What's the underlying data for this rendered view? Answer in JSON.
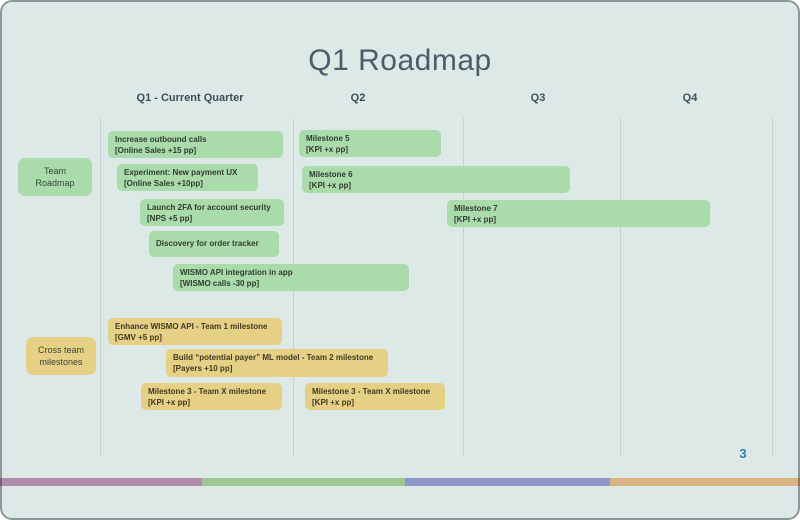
{
  "slide": {
    "title": "Q1 Roadmap",
    "page_number": "3"
  },
  "columns": {
    "q1": "Q1 - Current Quarter",
    "q2": "Q2",
    "q3": "Q3",
    "q4": "Q4"
  },
  "row_labels": {
    "team_roadmap": "Team Roadmap",
    "cross_team": "Cross team milestones"
  },
  "team_roadmap_items": [
    {
      "title": "Increase outbound calls",
      "kpi": "[Online Sales +15 pp]"
    },
    {
      "title": "Experiment: New payment UX",
      "kpi": "[Online Sales +10pp]"
    },
    {
      "title": "Launch 2FA for account security",
      "kpi": "[NPS +5 pp]"
    },
    {
      "title": "Discovery for order tracker",
      "kpi": ""
    },
    {
      "title": "WISMO API integration in app",
      "kpi": "[WISMO calls -30 pp]"
    },
    {
      "title": "Milestone 5",
      "kpi": "[KPI +x pp]"
    },
    {
      "title": "Milestone 6",
      "kpi": "[KPI +x pp]"
    },
    {
      "title": "Milestone 7",
      "kpi": "[KPI +x pp]"
    }
  ],
  "cross_team_items": [
    {
      "title": "Enhance WISMO API - Team 1 milestone",
      "kpi": "[GMV +5 pp]"
    },
    {
      "title": "Build “potential payer” ML model - Team 2 milestone",
      "kpi": "[Payers +10 pp]"
    },
    {
      "title": "Milestone 3 - Team X milestone",
      "kpi": "[KPI +x pp]"
    },
    {
      "title": "Milestone 3 - Team X milestone",
      "kpi": "[KPI +x pp]"
    }
  ],
  "colors": {
    "background": "#dce9e7",
    "green_box": "#aadbab",
    "yellow_box": "#e6d085",
    "grid_line": "#c3d4d1",
    "title_text": "#4c5c68",
    "header_text": "#3e4d58",
    "page_number": "#2f7fae",
    "footer_segments": [
      "#b08cac",
      "#9cc993",
      "#9197ca",
      "#d9b385"
    ]
  }
}
